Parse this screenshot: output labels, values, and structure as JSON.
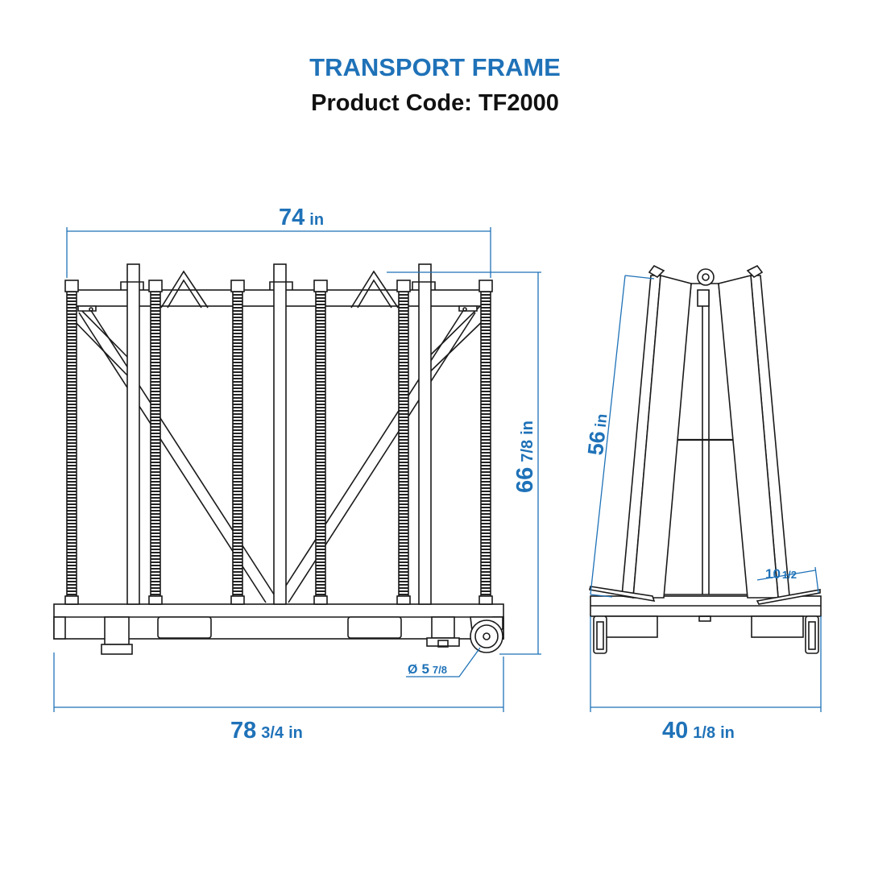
{
  "header": {
    "title": "TRANSPORT FRAME",
    "subtitle": "Product Code: TF2000"
  },
  "front_view": {
    "top_width": {
      "value": "74",
      "unit": "in"
    },
    "height": {
      "whole": "66",
      "fraction": "7/8",
      "unit": "in"
    },
    "overall_width": {
      "whole": "78",
      "fraction": "3/4",
      "unit": "in"
    },
    "wheel_diameter": {
      "symbol": "Ø",
      "whole": "5",
      "fraction": "7/8"
    }
  },
  "side_view": {
    "arm_length": {
      "value": "56",
      "unit": "in"
    },
    "base_offset": {
      "whole": "10",
      "fraction": "1/2"
    },
    "overall_depth": {
      "whole": "40",
      "fraction": "1/8",
      "unit": "in"
    }
  },
  "colors": {
    "accent": "#1f72b8",
    "line": "#1a1a1a",
    "pad": "#333333"
  }
}
